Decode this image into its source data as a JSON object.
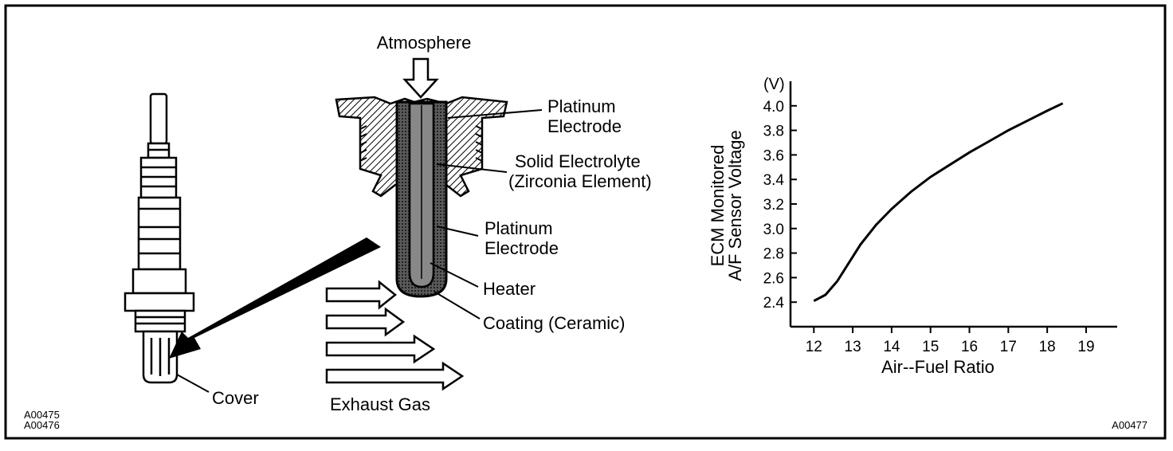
{
  "labels": {
    "atmosphere": "Atmosphere",
    "platinum_electrode_top": [
      "Platinum",
      "Electrode"
    ],
    "solid_electrolyte": [
      "Solid Electrolyte",
      "(Zirconia Element)"
    ],
    "platinum_electrode_mid": [
      "Platinum",
      "Electrode"
    ],
    "heater": "Heater",
    "coating": "Coating (Ceramic)",
    "exhaust_gas": "Exhaust Gas",
    "cover": "Cover",
    "code_left": [
      "A00475",
      "A00476"
    ],
    "code_right": "A00477"
  },
  "chart_data": {
    "type": "line",
    "xlabel": "Air--Fuel Ratio",
    "ylabel": [
      "ECM Monitored",
      "A/F Sensor Voltage"
    ],
    "yunit": "(V)",
    "x_ticks": [
      12,
      13,
      14,
      15,
      16,
      17,
      18,
      19
    ],
    "y_ticks": [
      2.4,
      2.6,
      2.8,
      3.0,
      3.2,
      3.4,
      3.6,
      3.8,
      4.0
    ],
    "xlim": [
      11.4,
      19.8
    ],
    "ylim": [
      2.2,
      4.2
    ],
    "grid": false,
    "series": [
      {
        "x": [
          12.0,
          12.3,
          12.6,
          12.9,
          13.2,
          13.6,
          14.0,
          14.5,
          15.0,
          15.5,
          16.0,
          16.5,
          17.0,
          17.5,
          18.0,
          18.4
        ],
        "y": [
          2.41,
          2.46,
          2.57,
          2.72,
          2.87,
          3.03,
          3.16,
          3.3,
          3.42,
          3.52,
          3.62,
          3.71,
          3.8,
          3.88,
          3.96,
          4.02
        ]
      }
    ]
  }
}
